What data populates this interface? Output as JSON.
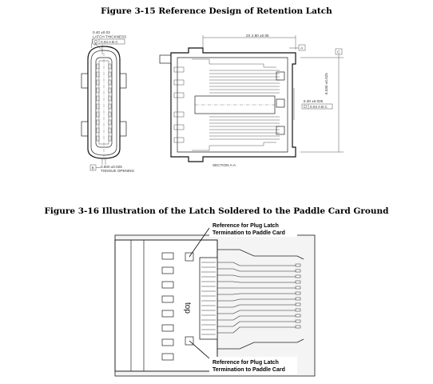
{
  "figure_15": {
    "caption": "Figure 3-15  Reference Design of Retention Latch",
    "latch_thickness": {
      "value": "0.40 ±0.03",
      "label": "LATCH THICKNESS",
      "tolerance_frame": "0.04 A B C"
    },
    "datum_a": "A",
    "datum_b": "B",
    "datum_c": "C",
    "tongue_opening": {
      "value": "0.800 ±0.025",
      "label": "TONGUE OPENING"
    },
    "dim_top": "2X 2.80 ±0.05",
    "dim_mid": {
      "value": "6.30 ±0.025",
      "tolerance_frame": "0.04 A B C"
    },
    "dim_right": "6.030 ±0.025",
    "section_label": "SECTION A-A"
  },
  "figure_16": {
    "caption": "Figure 3-16  Illustration of the Latch Soldered to the Paddle Card Ground",
    "callout_top": [
      "Reference for Plug Latch",
      "Termination to Paddle Card"
    ],
    "callout_bottom": [
      "Reference for Plug Latch",
      "Termination to Paddle Card"
    ],
    "top_marking": "top"
  }
}
